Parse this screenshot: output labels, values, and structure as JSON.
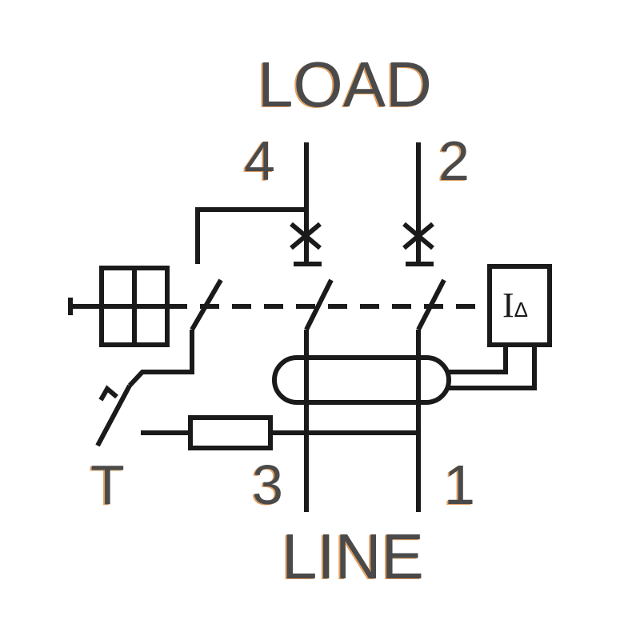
{
  "diagram": {
    "title_top": "LOAD",
    "title_bottom": "LINE",
    "terminals": {
      "load_left": "4",
      "load_right": "2",
      "line_left": "3",
      "line_right": "1",
      "test": "T"
    },
    "rcd_symbol": {
      "main": "I",
      "sub": "Δ"
    },
    "colors": {
      "stroke": "#1a1a1a",
      "text": "#4a4a4a",
      "text_shadow": "#e3a060"
    }
  }
}
